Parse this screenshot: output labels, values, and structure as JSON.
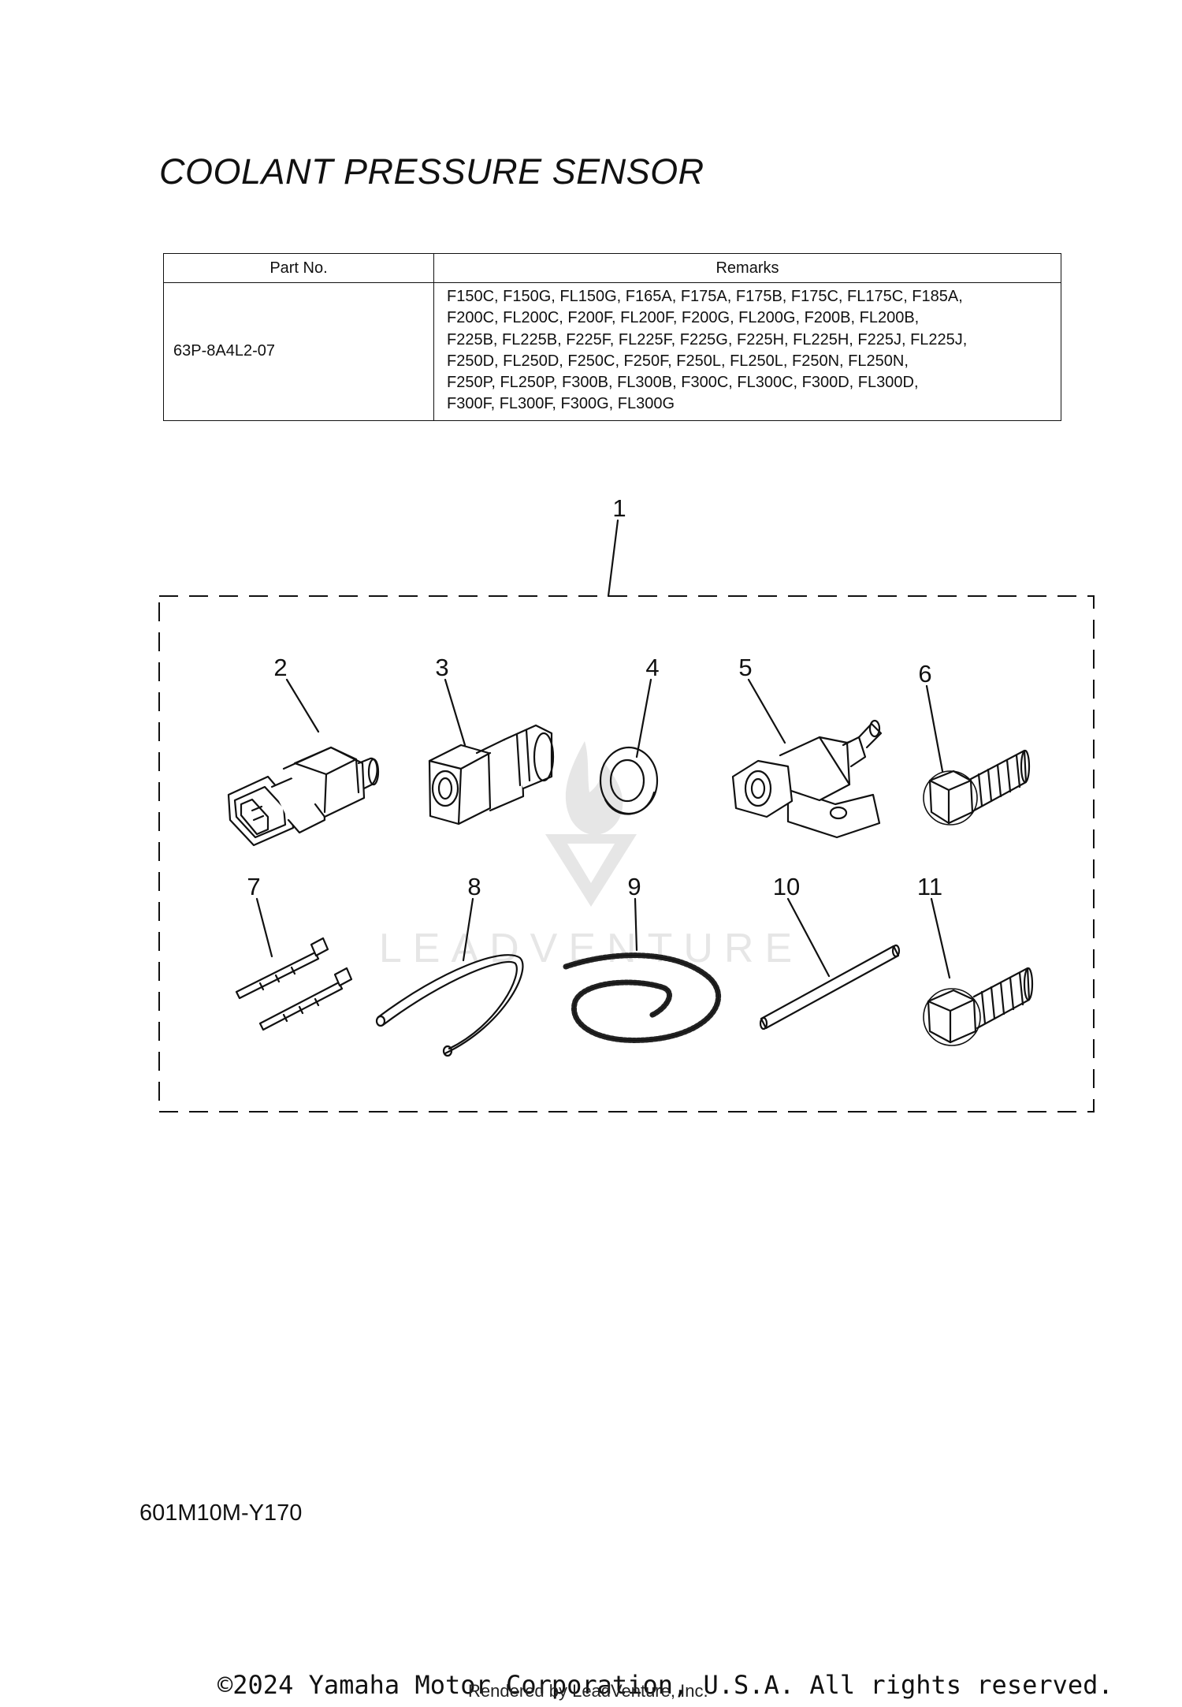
{
  "page": {
    "title": "COOLANT PRESSURE SENSOR",
    "diagram_code": "601M10M-Y170",
    "copyright": "©2024 Yamaha Motor Corporation, U.S.A. All rights reserved.",
    "rendered_by": "Rendered by LeadVenture, Inc."
  },
  "table": {
    "headers": [
      "Part No.",
      "Remarks"
    ],
    "rows": [
      {
        "part_no": "63P-8A4L2-07",
        "remarks": [
          "F150C, F150G, FL150G, F165A, F175A, F175B, F175C, FL175C, F185A,",
          "F200C, FL200C, F200F, FL200F, F200G, FL200G, F200B, FL200B,",
          "F225B, FL225B, F225F, FL225F, F225G, F225H, FL225H, F225J, FL225J,",
          "F250D, FL250D, F250C, F250F, F250L, FL250L, F250N, FL250N,",
          "F250P, FL250P, F300B, FL300B, F300C, FL300C, F300D, FL300D,",
          "F300F, FL300F, F300G, FL300G"
        ]
      }
    ]
  },
  "diagram": {
    "callouts": [
      "1",
      "2",
      "3",
      "4",
      "5",
      "6",
      "7",
      "8",
      "9",
      "10",
      "11"
    ],
    "watermark": "LEADVENTURE",
    "line_color": "#111111",
    "watermark_color": "#e6e6e6"
  }
}
